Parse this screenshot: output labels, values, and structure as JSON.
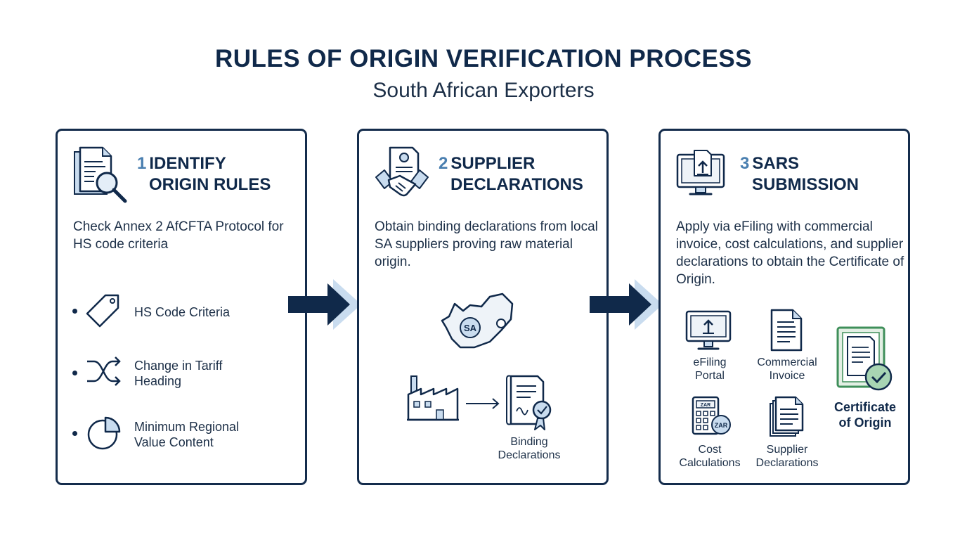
{
  "title": "RULES OF ORIGIN VERIFICATION PROCESS",
  "subtitle": "South African Exporters",
  "steps": [
    {
      "number": "1",
      "title_line1": "IDENTIFY",
      "title_line2": "ORIGIN RULES",
      "description": "Check Annex 2 AfCFTA Protocol for HS code criteria",
      "criteria": [
        {
          "label_line1": "HS Code Criteria",
          "label_line2": "",
          "icon": "price-tag-icon"
        },
        {
          "label_line1": "Change in Tariff",
          "label_line2": "Heading",
          "icon": "shuffle-arrows-icon"
        },
        {
          "label_line1": "Minimum Regional",
          "label_line2": "Value Content",
          "icon": "pie-chart-icon"
        }
      ]
    },
    {
      "number": "2",
      "title_line1": "SUPPLIER",
      "title_line2": "DECLARATIONS",
      "description": "Obtain binding declarations from local SA suppliers proving raw material origin.",
      "map_label": "SA",
      "output_label_line1": "Binding",
      "output_label_line2": "Declarations"
    },
    {
      "number": "3",
      "title_line1": "SARS",
      "title_line2": "SUBMISSION",
      "description": "Apply via eFiling with commercial invoice, cost calculations, and supplier declarations to obtain the Certificate of Origin.",
      "documents": [
        {
          "line1": "eFiling",
          "line2": "Portal",
          "icon": "monitor-upload-icon"
        },
        {
          "line1": "Commercial",
          "line2": "Invoice",
          "icon": "invoice-document-icon"
        },
        {
          "line1": "Cost",
          "line2": "Calculations",
          "icon": "calculator-icon"
        },
        {
          "line1": "Supplier",
          "line2": "Declarations",
          "icon": "stacked-documents-icon"
        }
      ],
      "calculator_badge": "ZAR",
      "calculator_screen": "ZAR",
      "certificate_line1": "Certificate",
      "certificate_line2": "of Origin"
    }
  ],
  "colors": {
    "navy": "#10294a",
    "accent_blue": "#4a7fb0",
    "light_blue": "#c9dcef",
    "green": "#3f8f5a"
  }
}
